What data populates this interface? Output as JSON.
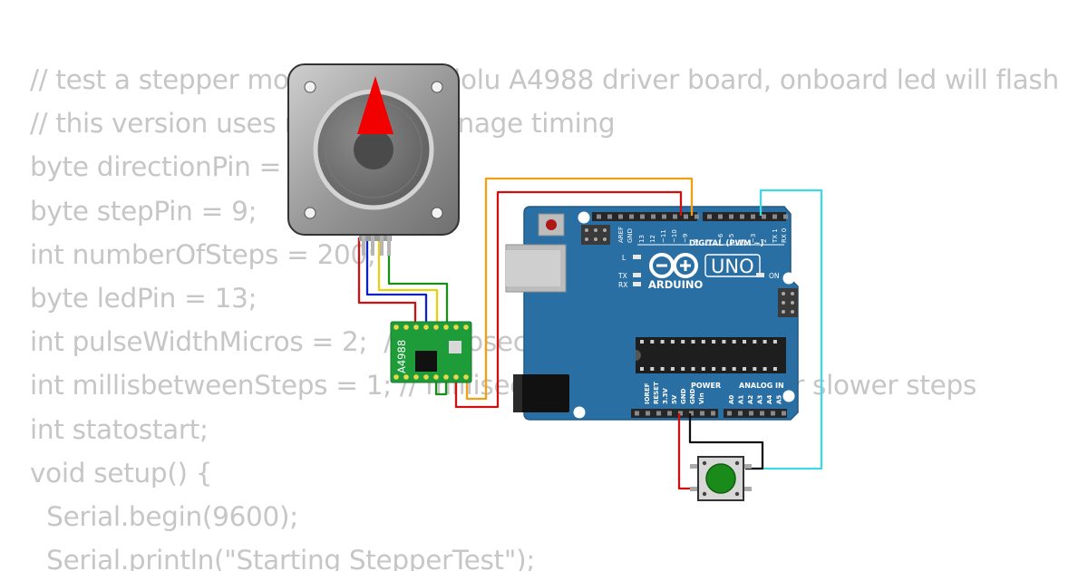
{
  "code_lines": [
    "// test a stepper motor with a Pololu A4988 driver board, onboard led will flash",
    "// this version uses millis() to manage timing",
    "byte directionPin = 8;",
    "byte stepPin = 9;",
    "int numberOfSteps = 200;",
    "byte ledPin = 13;",
    "int pulseWidthMicros = 2;  // microseconds",
    "int millisbetweenSteps = 1; // milliseconds - or try 1000 for slower steps",
    "int statostart;",
    "void setup() {",
    "  Serial.begin(9600);",
    "  Serial.println(\"Starting StepperTest\");"
  ],
  "driver": {
    "label": "A4988"
  },
  "arduino": {
    "model": "UNO",
    "brand": "ARDUINO",
    "digital_label": "DIGITAL (PWM ~)",
    "analog_label": "ANALOG IN",
    "power_label": "POWER",
    "on_label": "ON",
    "led_l": "L",
    "tx": "TX",
    "rx": "RX",
    "digital_pins": [
      "AREF",
      "GND",
      "13",
      "12",
      "~11",
      "~10",
      "~9",
      "8",
      "7",
      "~6",
      "~5",
      "4",
      "~3",
      "2",
      "TX 1",
      "RX 0"
    ],
    "power_pins": [
      "IOREF",
      "RESET",
      "3.3V",
      "5V",
      "GND",
      "GND",
      "Vin"
    ],
    "analog_pins": [
      "A0",
      "A1",
      "A2",
      "A3",
      "A4",
      "A5"
    ]
  },
  "colors": {
    "code_text": "#c6c6c6",
    "board": "#2a6fa3",
    "driver_board": "#1f9c3a",
    "wire_red": "#d01010",
    "wire_orange": "#f0a010",
    "wire_blue": "#1020c8",
    "wire_yellow": "#e8d010",
    "wire_green": "#189018",
    "wire_cyan": "#40d8e8",
    "wire_black": "#101010",
    "button_cap": "#1a8a1a"
  }
}
